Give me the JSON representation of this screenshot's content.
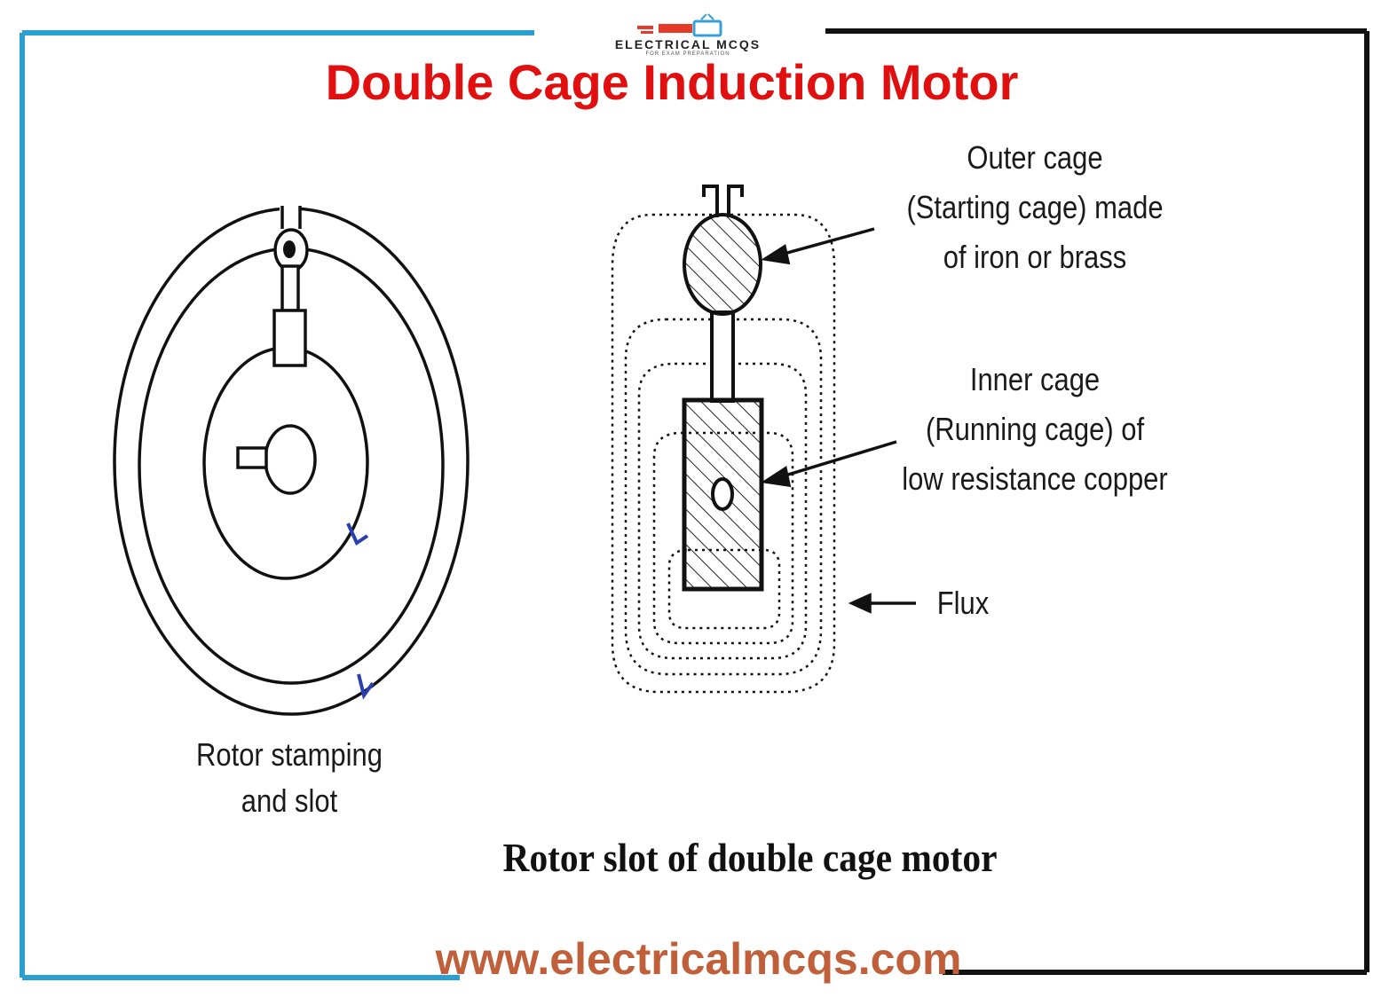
{
  "header": {
    "logo_text": "ELECTRICAL MCQS",
    "logo_subtext": "FOR EXAM PREPARATION",
    "title": "Double Cage Induction Motor"
  },
  "diagram": {
    "rotor_stamping": {
      "label_line1": "Rotor stamping",
      "label_line2": "and slot"
    },
    "rotor_slot": {
      "outer_cage": {
        "line1": "Outer cage",
        "line2": "(Starting cage) made",
        "line3": "of iron or brass"
      },
      "inner_cage": {
        "line1": "Inner cage",
        "line2": "(Running cage) of",
        "line3": "low resistance copper"
      },
      "flux_label": "Flux"
    },
    "caption": "Rotor slot of double cage motor"
  },
  "footer": {
    "website": "www.electricalmcqs.com"
  },
  "colors": {
    "title": "#e01010",
    "frame_left_top": "#2a9fd0",
    "frame_right_bottom": "#111111",
    "website": "#c0603a",
    "flux_arrows": "#2a3fb0"
  }
}
